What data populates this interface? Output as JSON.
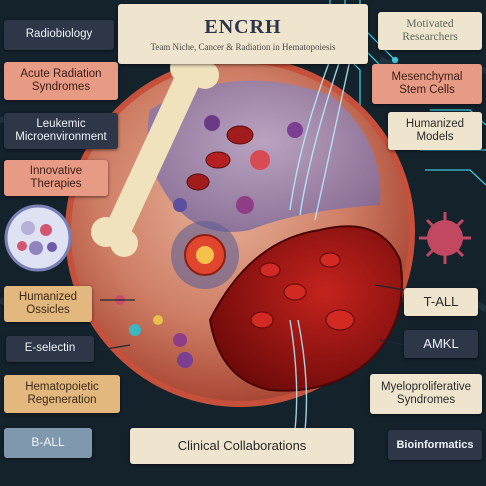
{
  "header": {
    "title": "ENCRH",
    "subtitle": "Team Niche, Cancer & Radiation in Hematopoiesis"
  },
  "labels": {
    "radiobiology": "Radiobiology",
    "acute_radiation": "Acute Radiation Syndromes",
    "leukemic_micro": "Leukemic Microenvironment",
    "innovative_therapies": "Innovative Therapies",
    "humanized_ossicles": "Humanized Ossicles",
    "e_selectin": "E-selectin",
    "hematopoietic_regen": "Hematopoietic Regeneration",
    "b_all": "B-ALL",
    "motivated_researchers": "Motivated Researchers",
    "mesenchymal": "Mesenchymal Stem Cells",
    "humanized_models": "Humanized Models",
    "t_all": "T-ALL",
    "amkl": "AMKL",
    "myeloproliferative": "Myeloproliferative Syndromes",
    "bioinformatics": "Bioinformatics",
    "clinical": "Clinical Collaborations"
  },
  "icons": {
    "bone": "bone-icon",
    "cell_cluster": "cell-cluster-icon",
    "virus": "virus-icon",
    "circuit": "circuit-lines-icon"
  },
  "colors": {
    "background": "#14222c",
    "marrow": "#d8846e",
    "blood": "#9b1212",
    "circle_border": "#c6503a"
  }
}
